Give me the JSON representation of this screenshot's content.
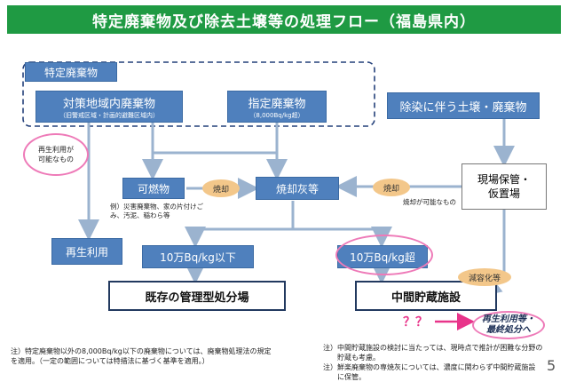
{
  "title": "特定廃棄物及び除去土壌等の処理フロー（福島県内）",
  "page_number": "5",
  "nodes": {
    "tokutei": "特定廃棄物",
    "taisaku": {
      "label": "対策地域内廃棄物",
      "sub": "（旧警戒区域・計画的避難区域内）"
    },
    "shitei": {
      "label": "指定廃棄物",
      "sub": "（8,000Bq/kg超）"
    },
    "josen": "除染に伴う土壌・廃棄物",
    "genba": "現場保管・\n仮置場",
    "kanen": "可燃物",
    "shokyakubai": "焼却灰等",
    "saiseiriyo": "再生利用",
    "under_10": "10万Bq/kg以下",
    "over_10": "10万Bq/kg超",
    "kizon": "既存の管理型処分場",
    "chukan": "中間貯蔵施設",
    "saisei_saishu": "再生利用等・\n最終処分へ"
  },
  "labels": {
    "shokyaku_left": "焼却",
    "shokyaku_right": "焼却",
    "genyoka": "減容化等",
    "saisei_kanou": "再生利用が\n可能なもの",
    "shokyaku_kanou": "焼却が可能なもの",
    "kanen_example": "例）災害廃棄物、家の片付けご\nみ、汚泥、稲わら等",
    "question": "？？"
  },
  "notes": {
    "left": "注）特定廃棄物以外の8,000Bq/kg以下の廃棄物については、廃棄物処理法の規定\nを適用。（一定の範囲については特措法に基づく基準を適用。）",
    "right1": "注）中間貯蔵施設の検討に当たっては、現時点で推計が困難な分野の\n　　貯蔵も考慮。",
    "right2": "注）鮮楽廃棄物の専焼灰については、濃度に関わらず中間貯蔵施設\n　　に保管。"
  },
  "colors": {
    "banner": "#1f9a43",
    "box": "#4f80bd",
    "oval": "#f3c78a",
    "highlight": "#ee7ab8",
    "question": "#e8348a"
  }
}
